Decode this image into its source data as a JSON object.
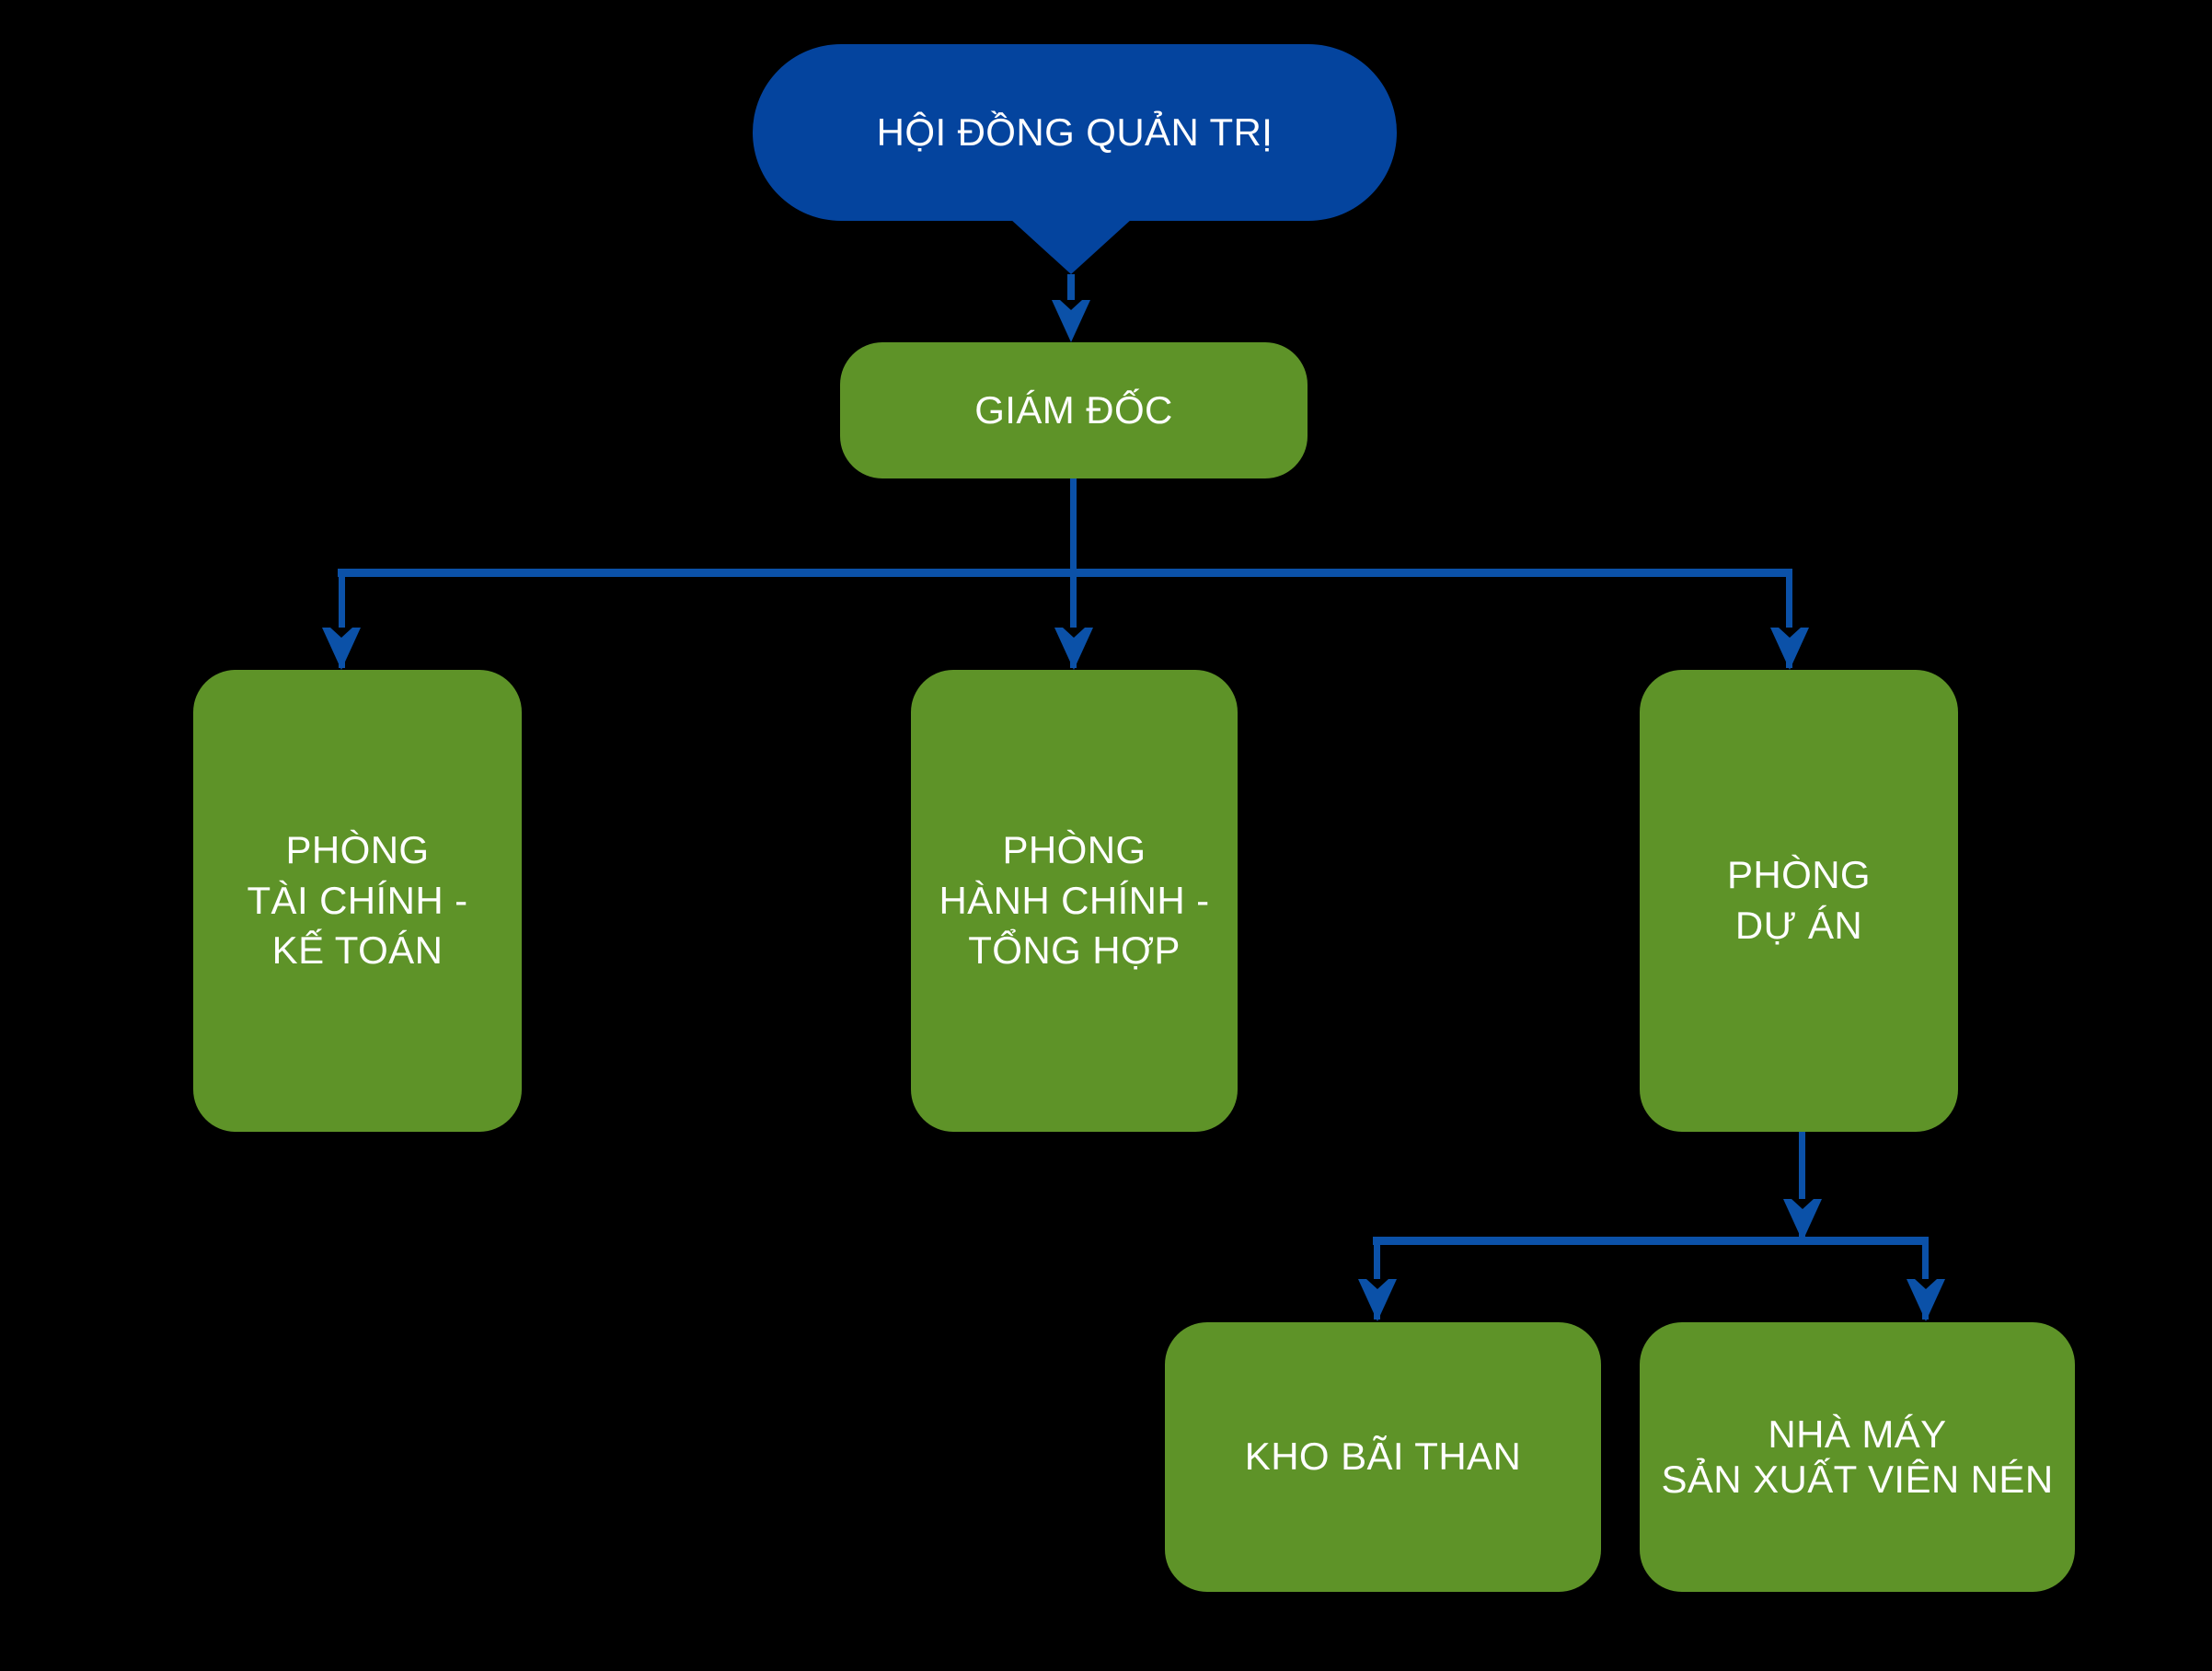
{
  "chart_data": {
    "type": "diagram",
    "title": "Sơ đồ tổ chức",
    "background_color": "#000000",
    "palette": {
      "root_fill": "#04449E",
      "node_fill": "#5E9328",
      "connector": "#0B51A8",
      "text": "#FFFFFF"
    },
    "nodes": [
      {
        "id": "board",
        "label": "HỘI ĐỒNG QUẢN TRỊ",
        "level": 0,
        "shape": "speech-bubble",
        "color": "#04449E"
      },
      {
        "id": "director",
        "label": "GIÁM ĐỐC",
        "level": 1,
        "shape": "rounded-rect",
        "color": "#5E9328"
      },
      {
        "id": "finance",
        "label": "PHÒNG\nTÀI CHÍNH -\nKẾ TOÁN",
        "level": 2,
        "shape": "rounded-rect",
        "color": "#5E9328"
      },
      {
        "id": "admin",
        "label": "PHÒNG\nHÀNH CHÍNH -\nTỔNG HỢP",
        "level": 2,
        "shape": "rounded-rect",
        "color": "#5E9328"
      },
      {
        "id": "project",
        "label": "PHÒNG\nDỰ ÁN",
        "level": 2,
        "shape": "rounded-rect",
        "color": "#5E9328"
      },
      {
        "id": "coalyard",
        "label": "KHO BÃI THAN",
        "level": 3,
        "shape": "rounded-rect",
        "color": "#5E9328"
      },
      {
        "id": "factory",
        "label": "NHÀ MÁY\nSẢN XUẤT VIÊN NÉN",
        "level": 3,
        "shape": "rounded-rect",
        "color": "#5E9328"
      }
    ],
    "edges": [
      {
        "from": "board",
        "to": "director",
        "style": "arrow"
      },
      {
        "from": "director",
        "to": "finance",
        "style": "arrow"
      },
      {
        "from": "director",
        "to": "admin",
        "style": "arrow"
      },
      {
        "from": "director",
        "to": "project",
        "style": "arrow"
      },
      {
        "from": "project",
        "to": "coalyard",
        "style": "arrow"
      },
      {
        "from": "project",
        "to": "factory",
        "style": "arrow"
      }
    ]
  },
  "nodes": {
    "board": {
      "label": "HỘI ĐỒNG QUẢN TRỊ"
    },
    "director": {
      "label": "GIÁM ĐỐC"
    },
    "finance": {
      "label": "PHÒNG\nTÀI CHÍNH -\nKẾ TOÁN"
    },
    "admin": {
      "label": "PHÒNG\nHÀNH CHÍNH -\nTỔNG HỢP"
    },
    "project": {
      "label": "PHÒNG\nDỰ ÁN"
    },
    "coalyard": {
      "label": "KHO BÃI THAN"
    },
    "factory": {
      "label": "NHÀ MÁY\nSẢN XUẤT VIÊN NÉN"
    }
  }
}
